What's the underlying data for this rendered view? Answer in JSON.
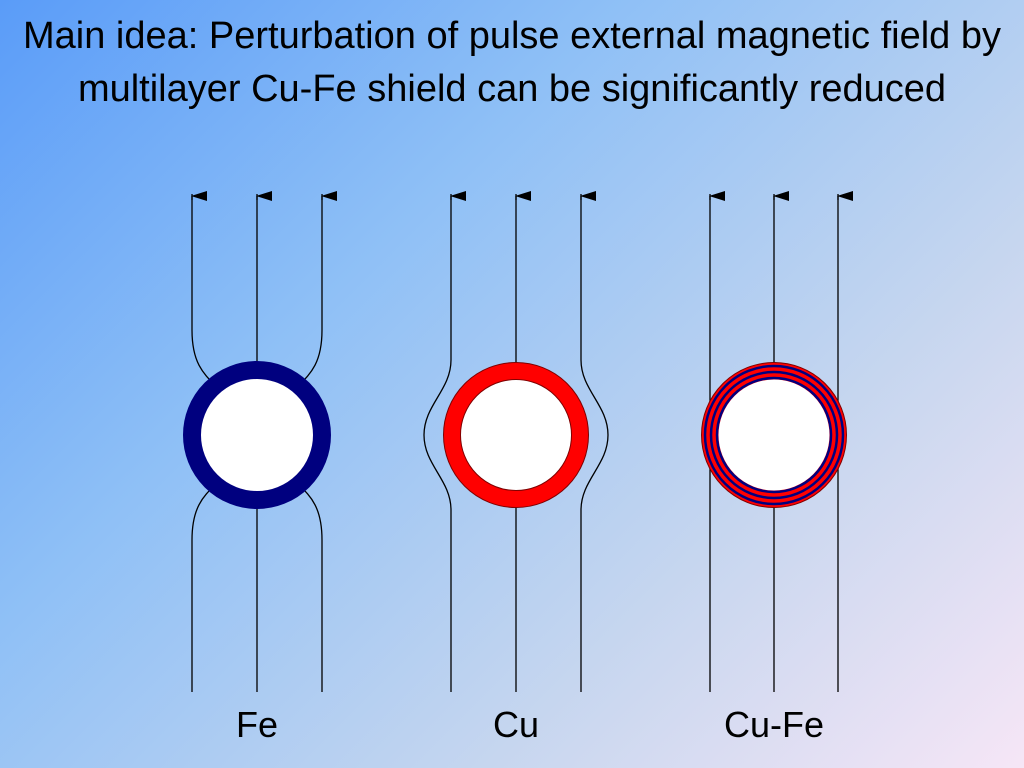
{
  "title": "Main idea: Perturbation of pulse external magnetic field by multilayer Cu-Fe shield can be significantly reduced",
  "shields": [
    {
      "label": "Fe",
      "material": "iron",
      "ring_color": "#00007f"
    },
    {
      "label": "Cu",
      "material": "copper",
      "ring_color": "#ff0000"
    },
    {
      "label": "Cu-Fe",
      "material": "multilayer copper-iron",
      "ring_color": "#ff0000",
      "layer_color": "#00007f"
    }
  ],
  "field_line_color": "#000000",
  "arrow_icon": "arrow-up-icon"
}
